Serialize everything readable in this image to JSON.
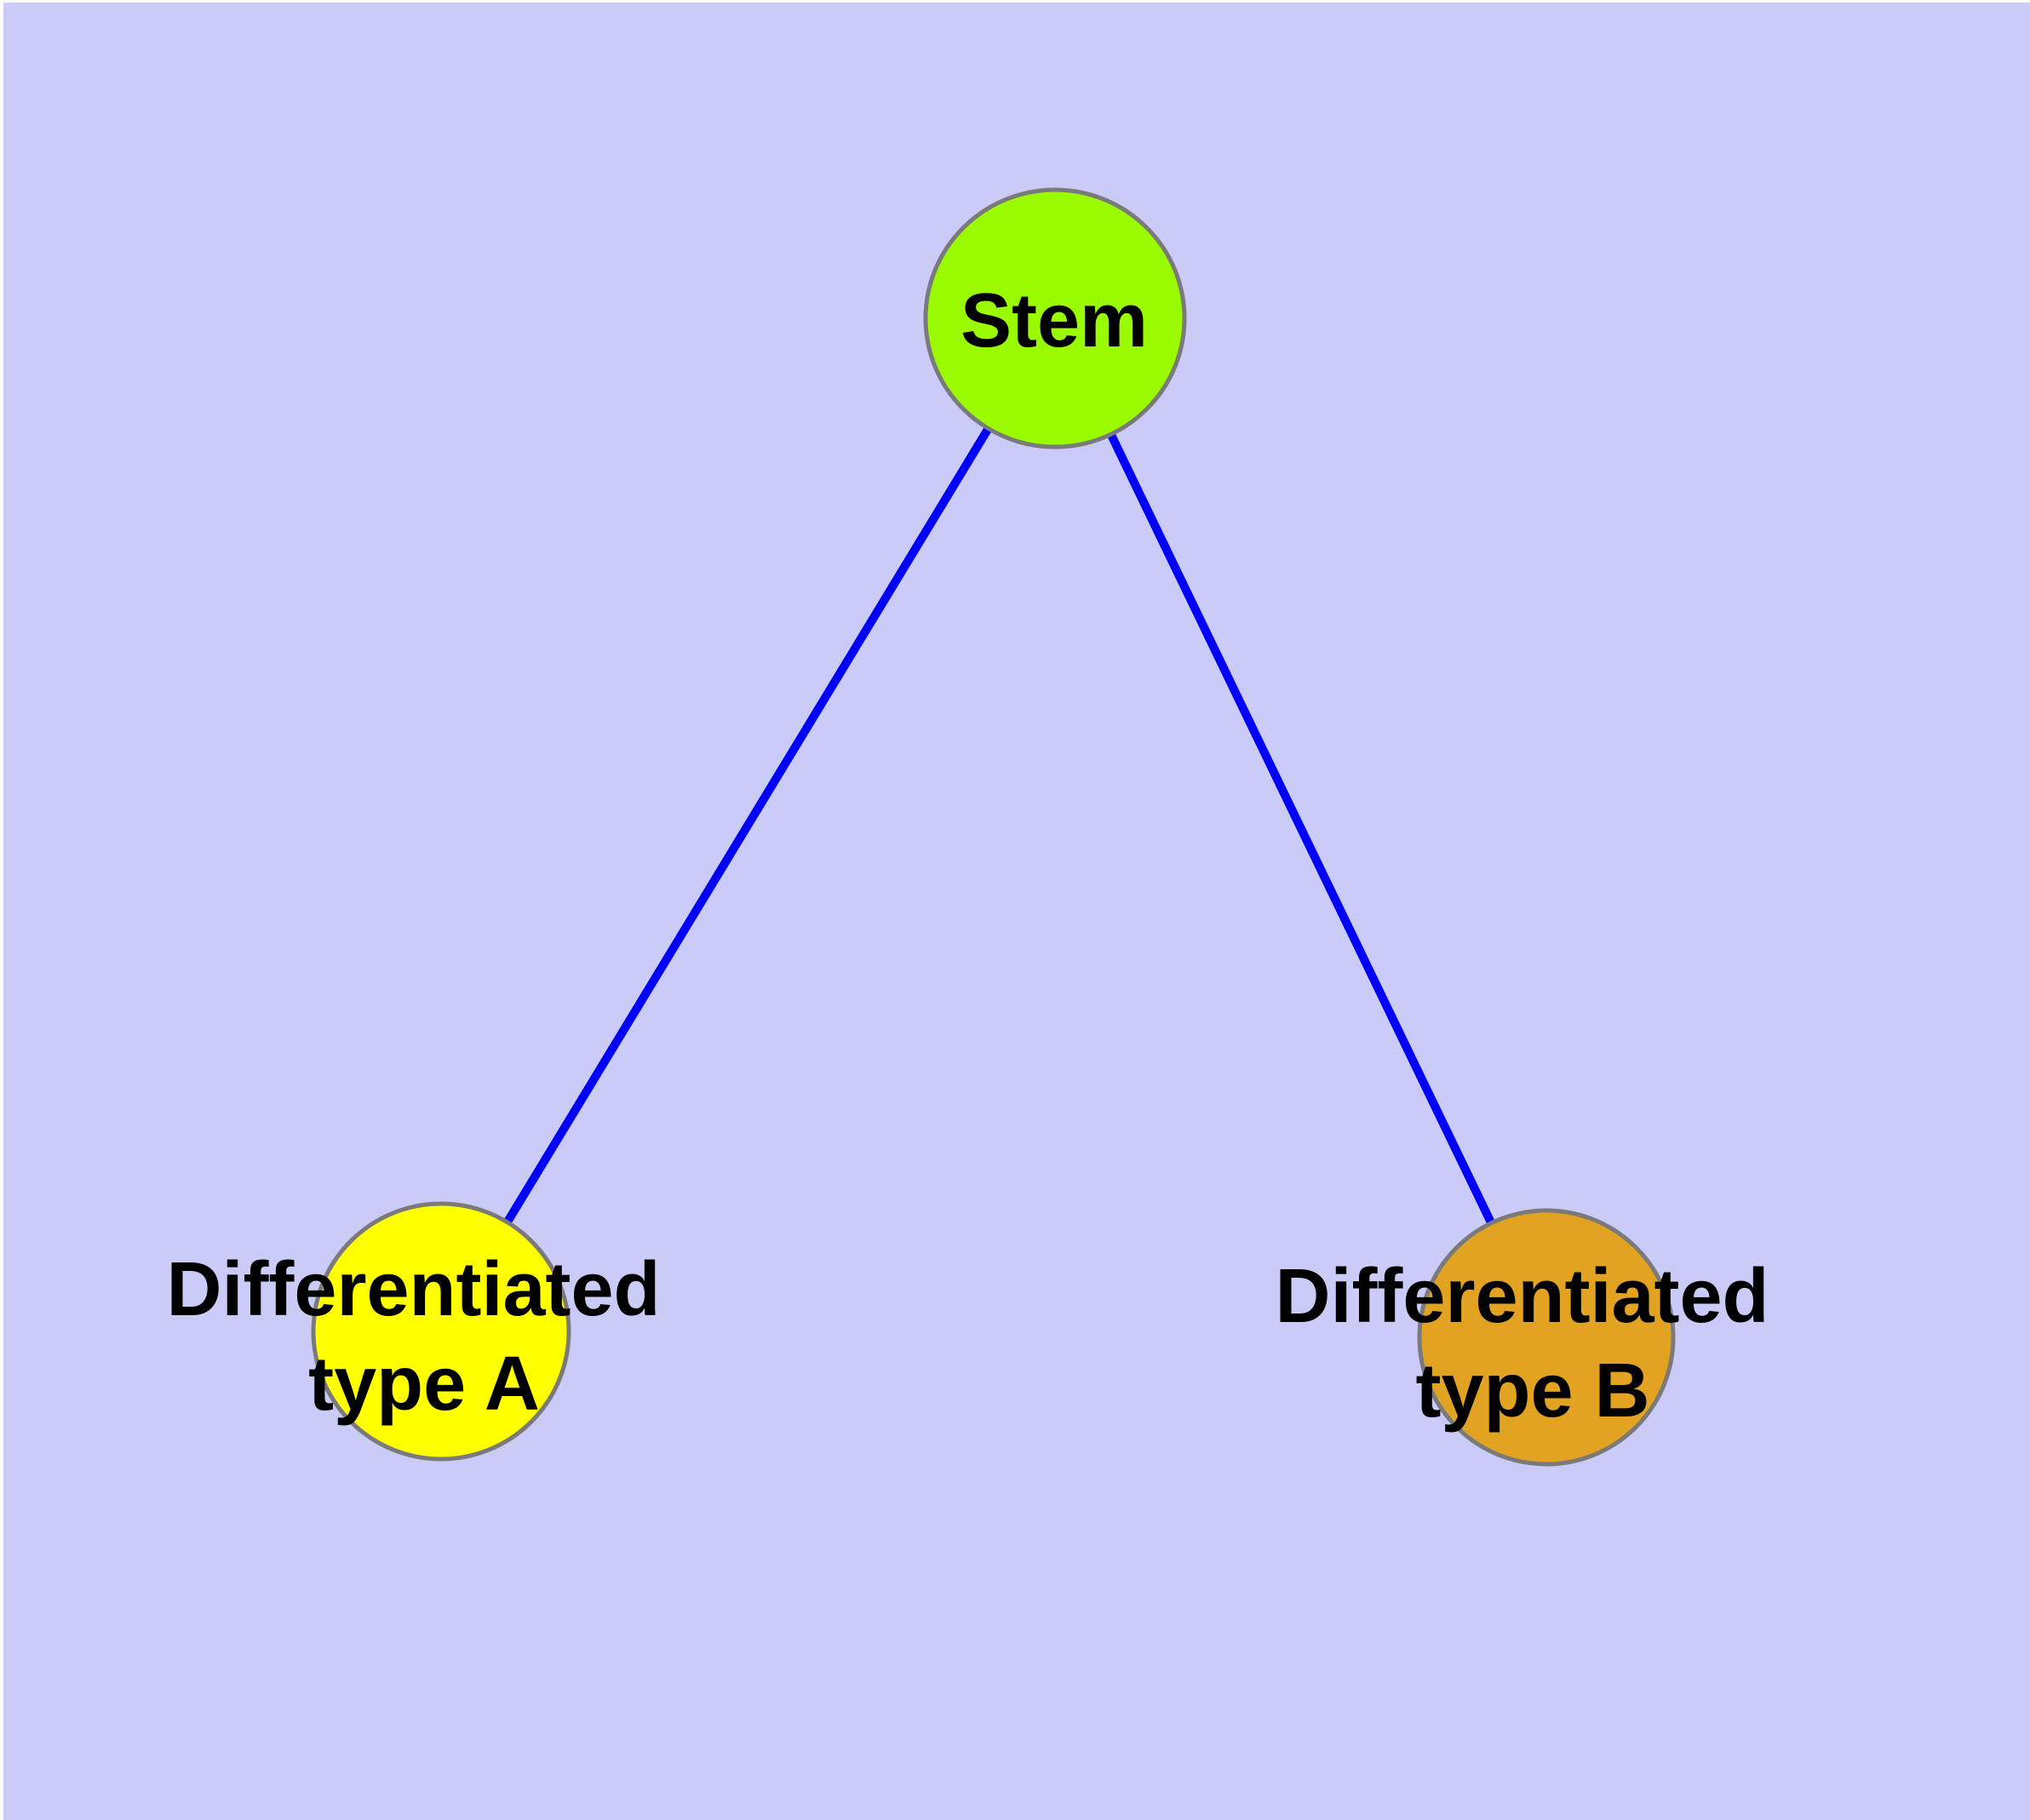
{
  "figure": {
    "background_color": "#CBCBF7",
    "margin_color": "#FFFFFF"
  },
  "diagram": {
    "type": "node-link-graph",
    "edge_color": "#0000FA",
    "node_border_color": "#7A7A7A",
    "label_color": "#000000",
    "nodes": [
      {
        "id": "stem",
        "label": "Stem",
        "fill": "#9AFB00"
      },
      {
        "id": "differentiated-type-a",
        "label": "Differentiated type A",
        "label_line1": "Differentiated",
        "label_line2": "type A",
        "fill": "#FFFF00"
      },
      {
        "id": "differentiated-type-b",
        "label": "Differentiated type B",
        "label_line1": "Differentiated",
        "label_line2": "type B",
        "fill": "#E2A222"
      }
    ],
    "edges": [
      {
        "source": "stem",
        "target": "differentiated-type-a"
      },
      {
        "source": "stem",
        "target": "differentiated-type-b"
      }
    ]
  }
}
